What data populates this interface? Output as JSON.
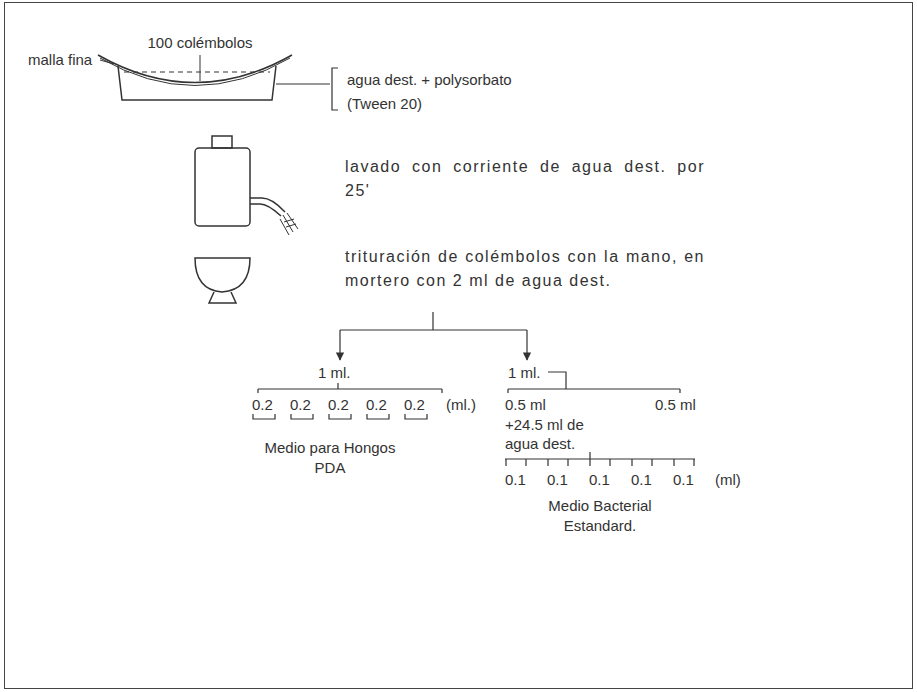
{
  "diagram": {
    "labels": [
      "100 colémbolos",
      "malla fina",
      "agua dest. + polysorbato (Tween 20)",
      "lavado con corriente de agua dest. por 25'",
      "trituración de colémbolos con la mano, en mortero con 2 ml de agua dest.",
      "1 ml.",
      "1 ml.",
      "0.2",
      "0.2",
      "0.2",
      "0.2",
      "0.2",
      "(ml.)",
      "Medio para Hongos PDA",
      "0.5 ml",
      "+24.5 ml de agua dest.",
      "0.5 ml",
      "0.1",
      "0.1",
      "0.1",
      "0.1",
      "0.1",
      "(ml)",
      "Medio Bacterial Estandard."
    ]
  }
}
